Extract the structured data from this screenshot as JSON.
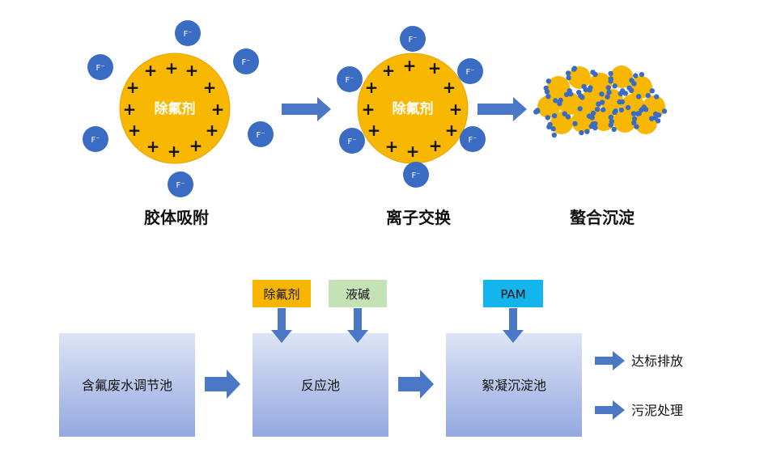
{
  "top": {
    "stage1_label": "胶体吸附",
    "stage2_label": "离子交换",
    "stage3_label": "螯合沉淀",
    "agent_label": "除氟剂",
    "ion_label": "F⁻",
    "charge_symbol": "+"
  },
  "bottom": {
    "tank1": "含氟废水调节池",
    "tank2": "反应池",
    "tank3": "絮凝沉淀池",
    "reagent1": "除氟剂",
    "reagent2": "液碱",
    "reagent3": "PAM",
    "output1": "达标排放",
    "output2": "污泥处理"
  },
  "colors": {
    "particle": "#f8b700",
    "ion": "#3a6cc4",
    "arrow": "#4a78c6",
    "tank_top": "#dce3f4",
    "tank_bottom": "#95a9e2",
    "reagent1_bg": "#f8b500",
    "reagent2_bg": "#c5e2b7",
    "reagent3_bg": "#14b4ec"
  }
}
